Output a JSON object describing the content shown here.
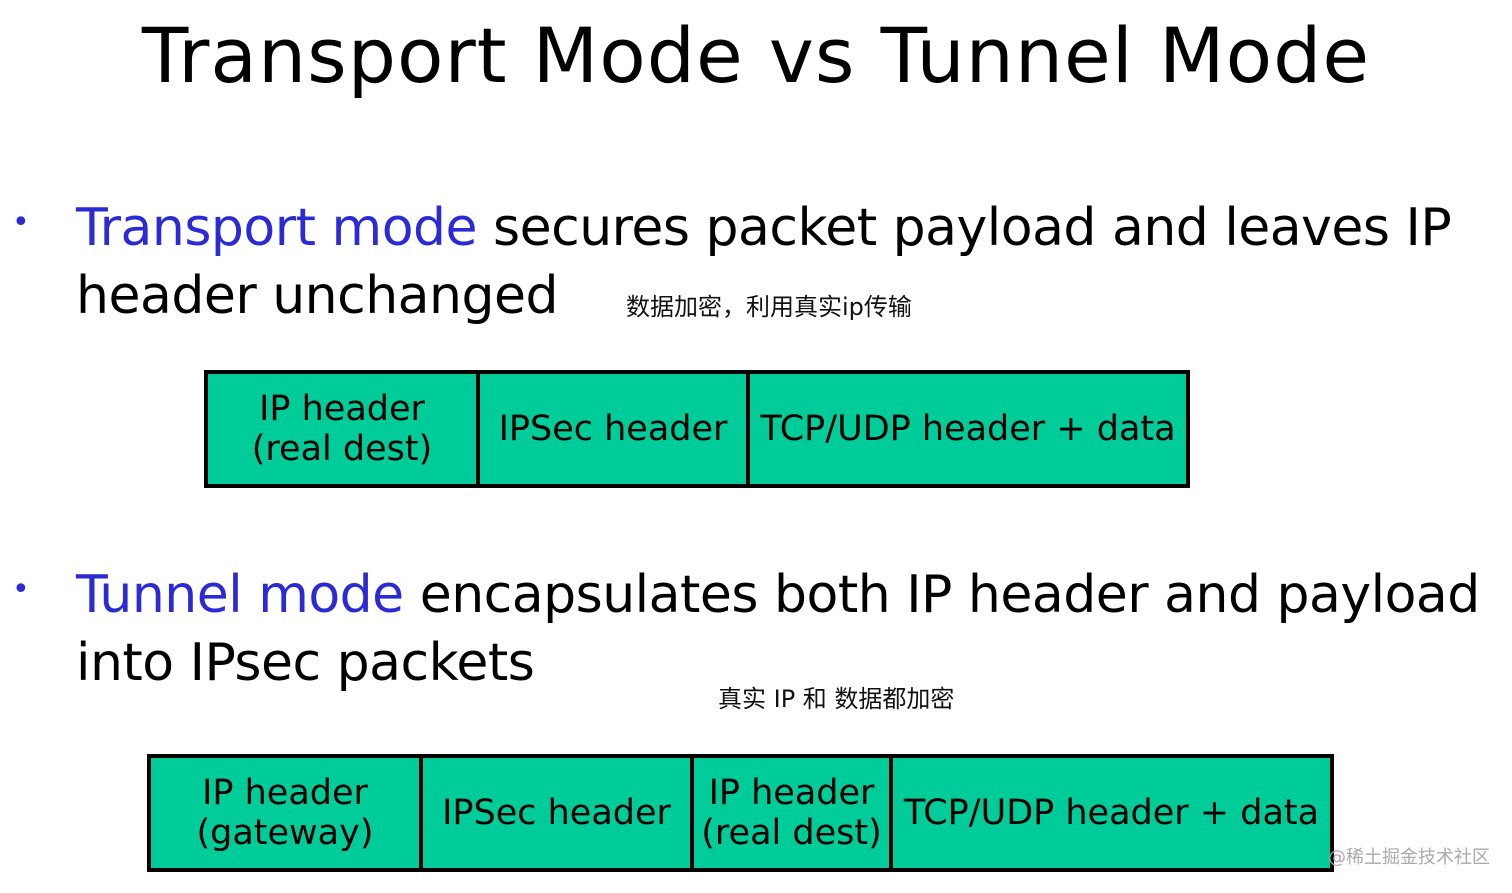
{
  "title": "Transport Mode vs Tunnel Mode",
  "colors": {
    "accent": "#2b2bd6",
    "packet_fill": "#00cc99",
    "border": "#000000"
  },
  "transport": {
    "bullet": "•",
    "highlight": "Transport mode",
    "line1_rest": " secures packet payload and leaves IP",
    "line2": "header unchanged",
    "note": "数据加密，利用真实ip传输",
    "cells": [
      {
        "line1": "IP header",
        "line2": "(real dest)"
      },
      {
        "line1": "IPSec header",
        "line2": ""
      },
      {
        "line1": "TCP/UDP header + data",
        "line2": ""
      }
    ]
  },
  "tunnel": {
    "bullet": "•",
    "highlight": "Tunnel mode",
    "line1_rest": " encapsulates both IP header and payload",
    "line2": "into IPsec packets",
    "note": "真实 IP 和 数据都加密",
    "cells": [
      {
        "line1": "IP header",
        "line2": "(gateway)"
      },
      {
        "line1": "IPSec header",
        "line2": ""
      },
      {
        "line1": "IP header",
        "line2": "(real dest)"
      },
      {
        "line1": "TCP/UDP header + data",
        "line2": ""
      }
    ]
  },
  "watermark": "@稀土掘金技术社区"
}
